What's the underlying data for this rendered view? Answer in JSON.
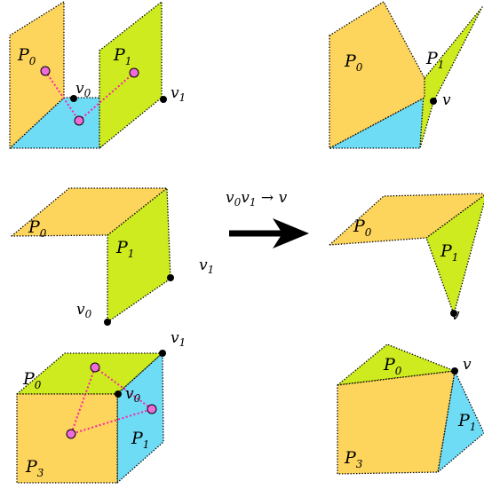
{
  "colors": {
    "yellow": "#fdd55c",
    "green": "#cdeb1e",
    "cyan": "#6fdcf6",
    "dual_node": "#ee6bd9",
    "dual_edge": "#ff1fa8",
    "vertex": "#000000"
  },
  "labels": {
    "P": "P",
    "v": "v",
    "idx0": "0",
    "idx1": "1",
    "idx3": "3"
  },
  "arrow": {
    "lhs_v0": "0",
    "lhs_v1": "1",
    "rhs": "v"
  }
}
